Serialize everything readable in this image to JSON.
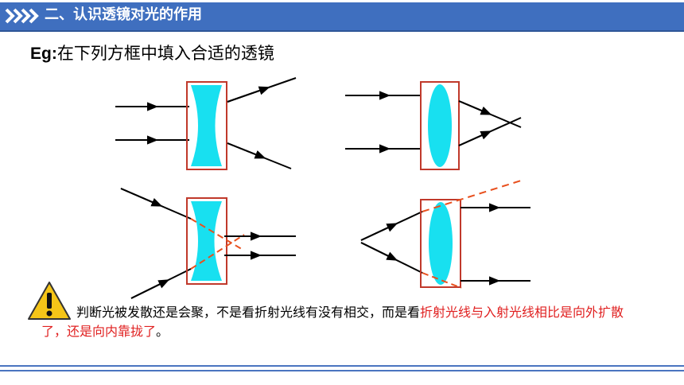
{
  "header": {
    "section_title": "二、认识透镜对光的作用"
  },
  "example": {
    "prefix": "Eg:",
    "text": "在下列方框中填入合适的透镜"
  },
  "note": {
    "part1": "判断光被发散还是会聚，不是看折射光线有没有相交，而是看",
    "highlight": "折射光线与入射光线相比是向外扩散了，还是向内靠拢了",
    "end": "。"
  },
  "colors": {
    "header_bg": "#3f6fbf",
    "lens_fill": "#18e0f0",
    "frame_border": "#c0392b",
    "dashed_ray": "#e8501e",
    "highlight_text": "#e02020"
  }
}
